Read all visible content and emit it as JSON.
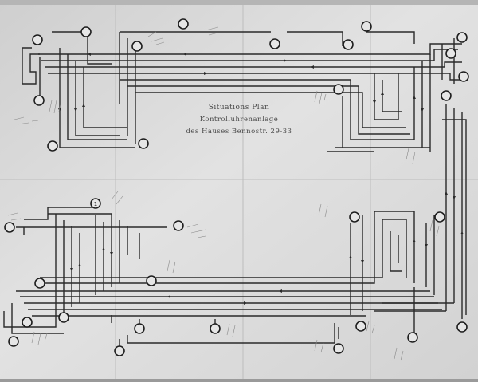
{
  "plan": {
    "title_line1": "Situations   Plan",
    "title_line2": "Kontrolluhrenanlage",
    "title_line3": "des Hauses Bennostr. 29-33",
    "station_marker": "1"
  },
  "colors": {
    "paper": "#dcdcdc",
    "paper_shadow": "#b9b9b9",
    "line": "#2a2a2a",
    "text": "#4a4a4a"
  }
}
